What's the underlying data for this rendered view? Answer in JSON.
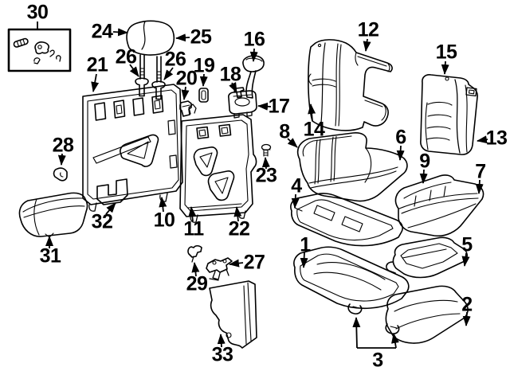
{
  "description": "Exploded rear seat parts diagram with numbered callouts",
  "colors": {
    "background": "#ffffff",
    "ink": "#000000"
  },
  "callouts": [
    {
      "number": "30",
      "points_to": "hardware-kit-box"
    },
    {
      "number": "24",
      "points_to": "headrest"
    },
    {
      "number": "25",
      "points_to": "headrest"
    },
    {
      "number": "26",
      "points_to": "headrest-guide-left"
    },
    {
      "number": "26",
      "points_to": "headrest-guide-right"
    },
    {
      "number": "21",
      "points_to": "seatback-frame-left"
    },
    {
      "number": "19",
      "points_to": "clip"
    },
    {
      "number": "20",
      "points_to": "clip"
    },
    {
      "number": "18",
      "points_to": "latch-pin"
    },
    {
      "number": "16",
      "points_to": "latch-release-handle"
    },
    {
      "number": "17",
      "points_to": "latch-bezel"
    },
    {
      "number": "12",
      "points_to": "seatback-cushion-left"
    },
    {
      "number": "15",
      "points_to": "seatback-cushion-right"
    },
    {
      "number": "13",
      "points_to": "seatback-cushion-right-side"
    },
    {
      "number": "14",
      "points_to": "seatback-cushion-left-lower"
    },
    {
      "number": "8",
      "points_to": "seat-cushion-left"
    },
    {
      "number": "6",
      "points_to": "seat-cushion-left-cover"
    },
    {
      "number": "9",
      "points_to": "seat-cushion-right"
    },
    {
      "number": "7",
      "points_to": "seat-cushion-right-side"
    },
    {
      "number": "4",
      "points_to": "seat-pan-left"
    },
    {
      "number": "23",
      "points_to": "screw"
    },
    {
      "number": "10",
      "points_to": "seatback-frame-left"
    },
    {
      "number": "11",
      "points_to": "seatback-panel-right"
    },
    {
      "number": "22",
      "points_to": "seatback-panel-right-cover"
    },
    {
      "number": "28",
      "points_to": "clip"
    },
    {
      "number": "31",
      "points_to": "armrest"
    },
    {
      "number": "32",
      "points_to": "bracket"
    },
    {
      "number": "29",
      "points_to": "clip"
    },
    {
      "number": "27",
      "points_to": "striker"
    },
    {
      "number": "33",
      "points_to": "trim-panel"
    },
    {
      "number": "1",
      "points_to": "seat-frame-left"
    },
    {
      "number": "5",
      "points_to": "seat-pan-right"
    },
    {
      "number": "2",
      "points_to": "seat-pad-right"
    },
    {
      "number": "3",
      "points_to": "hinges"
    }
  ]
}
